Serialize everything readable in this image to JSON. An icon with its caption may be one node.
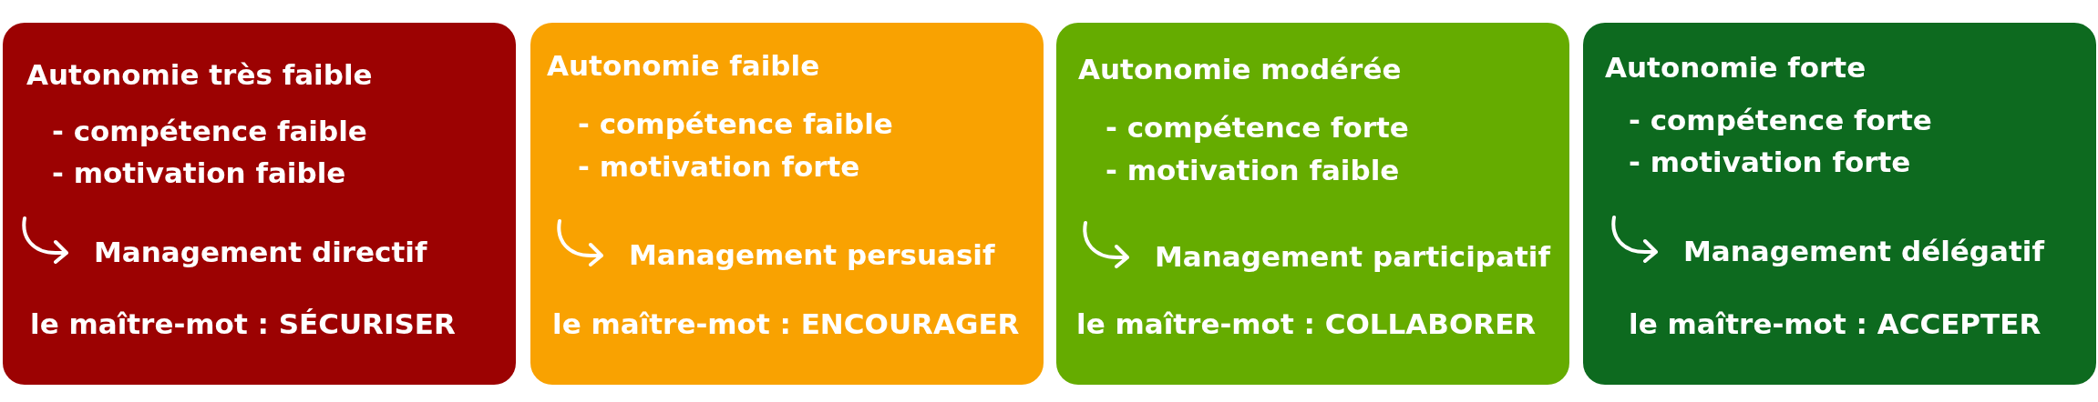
{
  "diagram": {
    "nodes": [
      {
        "text": [
          "Autonomie très faible",
          "- compétence faible",
          "- motivation faible",
          "Management directif",
          "le maître-mot : SÉCURISER"
        ]
      },
      {
        "text": [
          "Autonomie faible",
          "- compétence faible",
          "- motivation forte",
          "Management persuasif",
          "le maître-mot : ENCOURAGER"
        ]
      },
      {
        "text": [
          "Autonomie modérée",
          "- compétence forte",
          "- motivation faible",
          "Management participatif",
          "le maître-mot : COLLABORER"
        ]
      },
      {
        "text": [
          "Autonomie forte",
          "- compétence forte",
          "- motivation forte",
          "Management délégatif",
          "le maître-mot : ACCEPTER"
        ]
      }
    ],
    "edges": []
  }
}
